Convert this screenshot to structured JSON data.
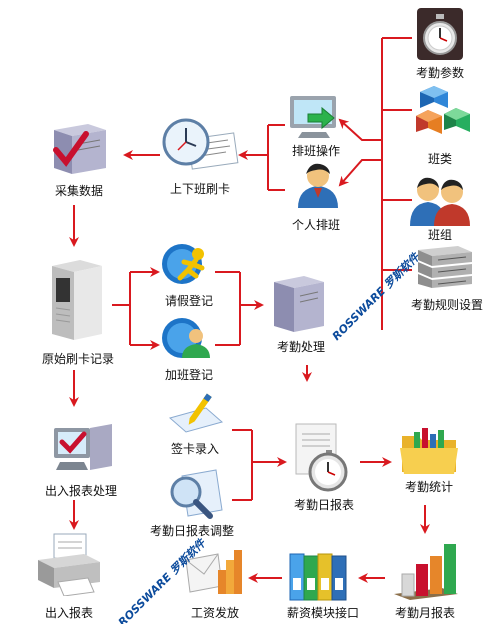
{
  "colors": {
    "arrow": "#d9191f",
    "watermark": "#0c4b9c",
    "accent_red": "#c8102e"
  },
  "watermarks": [
    "ROSSWARE 罗斯软件",
    "ROSSWARE 罗斯软件"
  ],
  "nodes": [
    {
      "id": "kaoqin-canshu",
      "label": "考勤参数",
      "icon": "stopwatch-icon"
    },
    {
      "id": "banlei",
      "label": "班类",
      "icon": "cubes-icon"
    },
    {
      "id": "banzu",
      "label": "班组",
      "icon": "people-icon"
    },
    {
      "id": "kaoqin-guize",
      "label": "考勤规则设置",
      "icon": "server-rack-icon"
    },
    {
      "id": "paiban-caozuo",
      "label": "排班操作",
      "icon": "monitor-arrow-icon"
    },
    {
      "id": "geren-paiban",
      "label": "个人排班",
      "icon": "person-icon"
    },
    {
      "id": "shangxia-ban",
      "label": "上下班刷卡",
      "icon": "clock-card-icon"
    },
    {
      "id": "caiji",
      "label": "采集数据",
      "icon": "computer-check-icon"
    },
    {
      "id": "yuanshi",
      "label": "原始刷卡记录",
      "icon": "server-tower-icon"
    },
    {
      "id": "qingjia",
      "label": "请假登记",
      "icon": "running-person-icon"
    },
    {
      "id": "jiaban",
      "label": "加班登记",
      "icon": "person-bubble-icon"
    },
    {
      "id": "kaoqin-chuli",
      "label": "考勤处理",
      "icon": "computer-box-icon"
    },
    {
      "id": "churu-chuli",
      "label": "出入报表处理",
      "icon": "monitor-check-icon"
    },
    {
      "id": "qianka",
      "label": "签卡录入",
      "icon": "pen-card-icon"
    },
    {
      "id": "ribao-tiaozheng",
      "label": "考勤日报表调整",
      "icon": "magnifier-card-icon"
    },
    {
      "id": "kaoqin-ribao",
      "label": "考勤日报表",
      "icon": "stopwatch-paper-icon"
    },
    {
      "id": "kaoqin-tongji",
      "label": "考勤统计",
      "icon": "folder-chart-icon"
    },
    {
      "id": "churu-baobiao",
      "label": "出入报表",
      "icon": "printer-icon"
    },
    {
      "id": "gongzi",
      "label": "工资发放",
      "icon": "envelope-bars-icon"
    },
    {
      "id": "xinzi",
      "label": "薪资模块接口",
      "icon": "binders-icon"
    },
    {
      "id": "yuebao",
      "label": "考勤月报表",
      "icon": "bar-chart-3d-icon"
    }
  ]
}
